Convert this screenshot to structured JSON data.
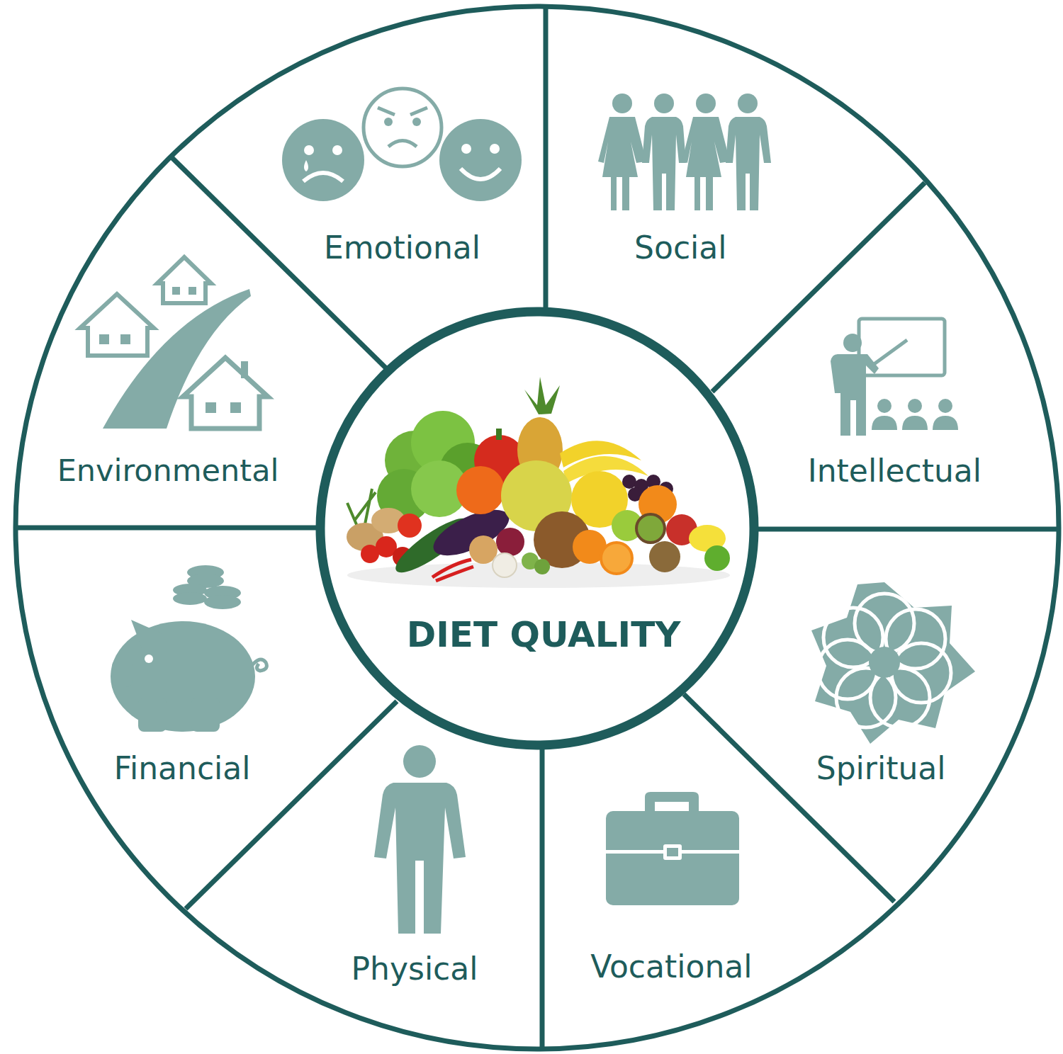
{
  "diagram": {
    "nodes": [
      {
        "text": [
          "Emotional"
        ]
      },
      {
        "text": [
          "Social"
        ]
      },
      {
        "text": [
          "Environmental"
        ]
      },
      {
        "text": [
          "Intellectual"
        ]
      },
      {
        "text": [
          "DIET QUALITY"
        ]
      },
      {
        "text": [
          "Financial"
        ]
      },
      {
        "text": [
          "Spiritual"
        ]
      },
      {
        "text": [
          "Physical"
        ]
      },
      {
        "text": [
          "Vocational"
        ]
      }
    ]
  }
}
